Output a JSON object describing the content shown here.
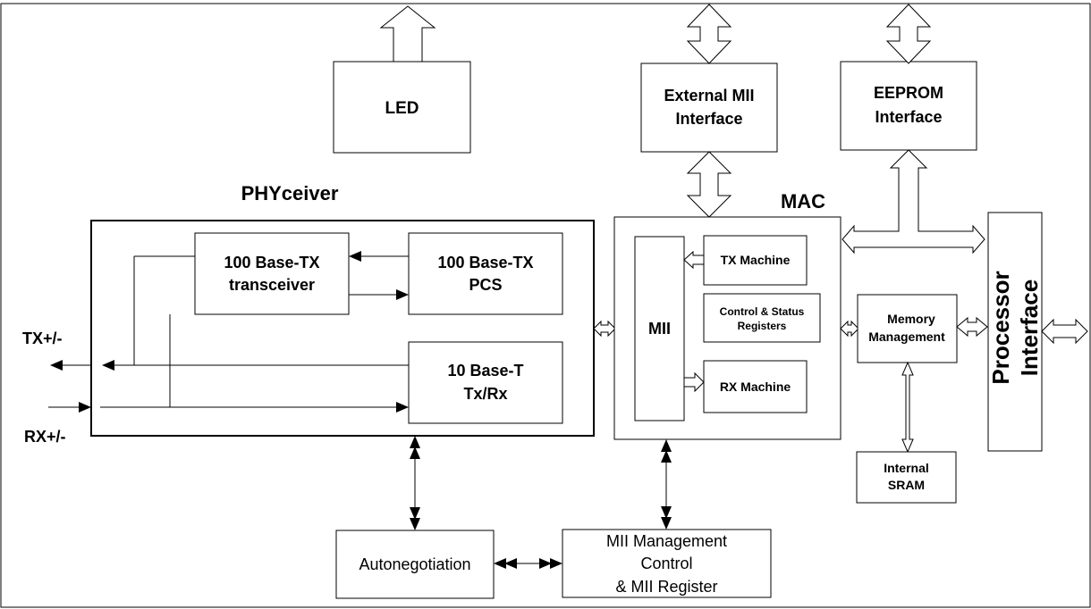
{
  "phy": {
    "title": "PHYceiver",
    "tx100": [
      "100 Base-TX",
      "transceiver"
    ],
    "pcs100": [
      "100 Base-TX",
      "PCS"
    ],
    "t10": [
      "10 Base-T",
      "Tx/Rx"
    ],
    "tx_label": "TX+/-",
    "rx_label": "RX+/-"
  },
  "led": {
    "label": "LED"
  },
  "ext_mii": {
    "lines": [
      "External MII",
      "Interface"
    ]
  },
  "eeprom": {
    "lines": [
      "EEPROM",
      "Interface"
    ]
  },
  "mac": {
    "title": "MAC",
    "mii": "MII",
    "tx_machine": "TX Machine",
    "csr": [
      "Control & Status",
      "Registers"
    ],
    "rx_machine": "RX Machine"
  },
  "memory": {
    "lines": [
      "Memory",
      "Management"
    ]
  },
  "sram": {
    "lines": [
      "Internal",
      "SRAM"
    ]
  },
  "processor": {
    "lines": [
      "Processor",
      "Interface"
    ]
  },
  "autoneg": {
    "label": "Autonegotiation"
  },
  "mii_mgmt": {
    "lines": [
      "MII Management",
      "Control",
      "& MII Register"
    ]
  }
}
